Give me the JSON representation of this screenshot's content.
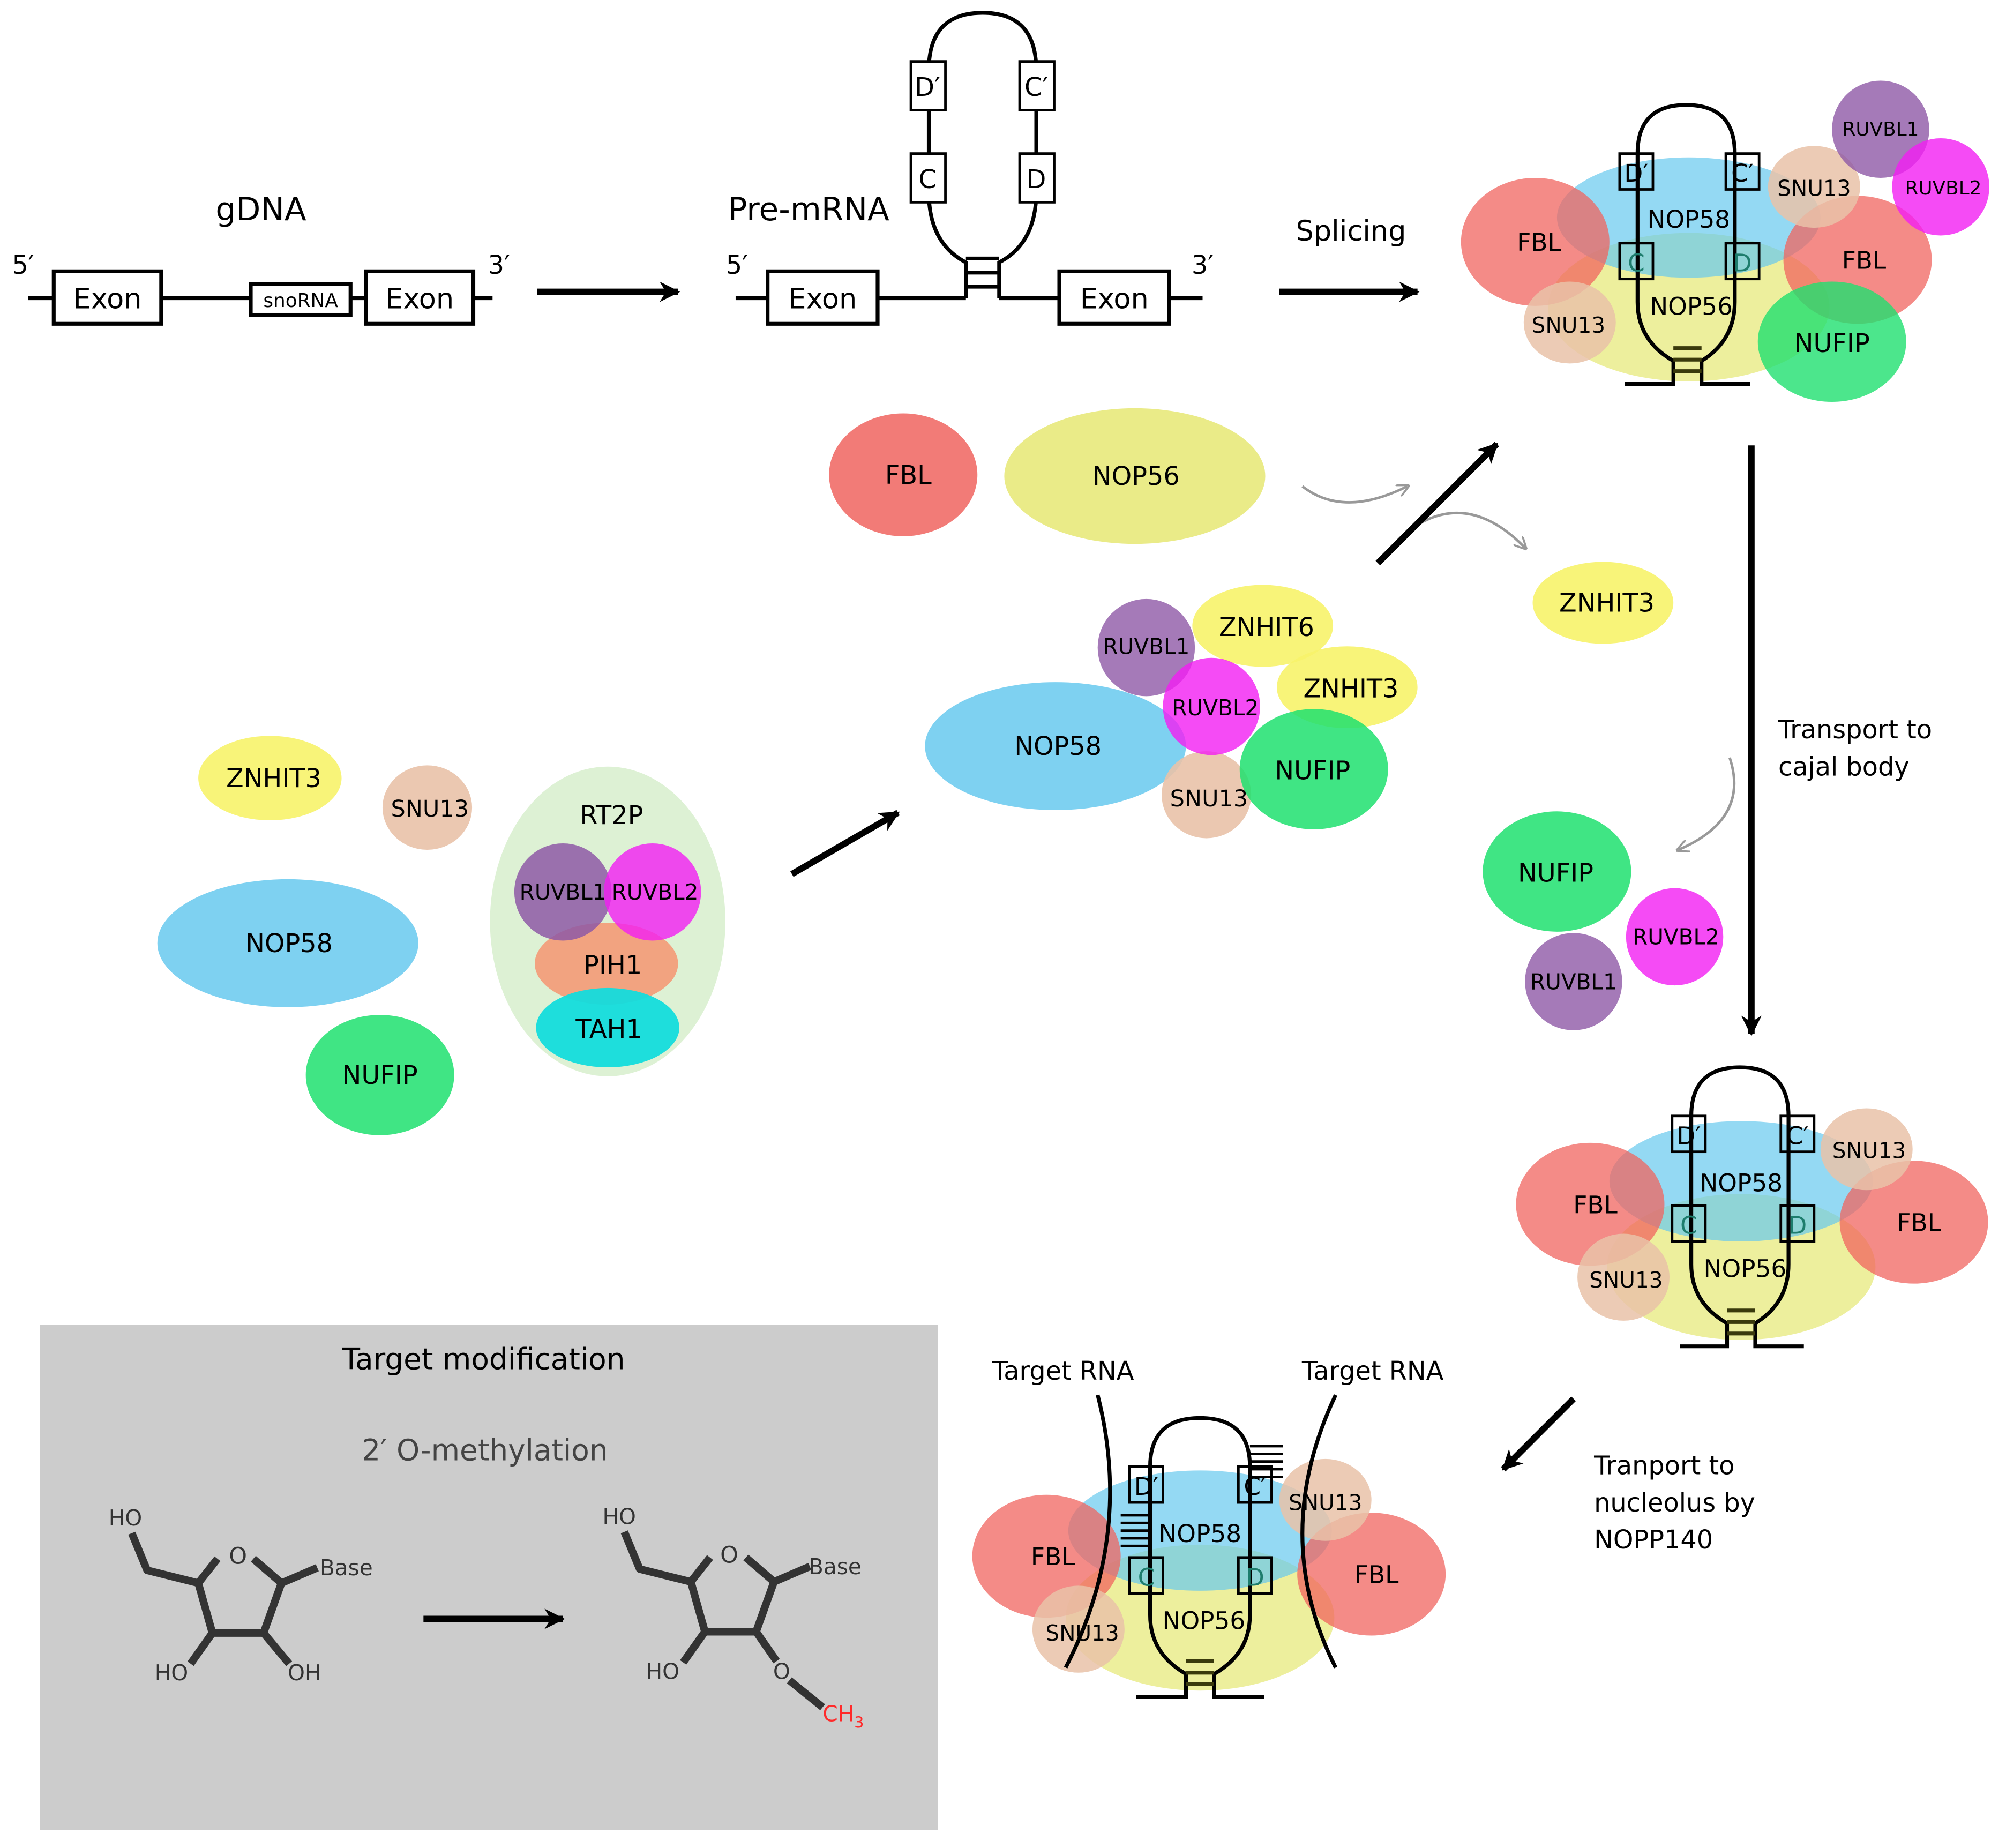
{
  "colors": {
    "fbl": "#f0645f",
    "nop56": "#e6e873",
    "nop58": "#67c9ee",
    "znhit3": "#f7f36a",
    "snu13": "#e9c2a8",
    "nufip": "#1fe06f",
    "ruvbl1": "#8e59a6",
    "ruvbl2": "#f21ef2",
    "pih1": "#f49a77",
    "tah1": "#13dcdc",
    "rt2p": "#c7e8b8",
    "stem": "#3a3a0c",
    "box_bg": "#cccccc",
    "methyl": "#ff2a2a"
  },
  "gene": {
    "title": "gDNA",
    "five_prime": "5′",
    "three_prime": "3′",
    "exon_left": "Exon",
    "snorna": "snoRNA",
    "exon_right": "Exon"
  },
  "premrna": {
    "title": "Pre-mRNA",
    "five_prime": "5′",
    "three_prime": "3′",
    "exon_left": "Exon",
    "exon_right": "Exon",
    "box_dprime": "D′",
    "box_c": "C",
    "box_cprime": "C′",
    "box_d": "D"
  },
  "steps": {
    "splicing": "Splicing",
    "transport_cajal_1": "Transport to",
    "transport_cajal_2": "cajal body",
    "transport_nucleolus_1": "Tranport to",
    "transport_nucleolus_2": "nucleolus by",
    "transport_nucleolus_3": "NOPP140"
  },
  "proteins": {
    "fbl": "FBL",
    "nop56": "NOP56",
    "nop58": "NOP58",
    "znhit3": "ZNHIT3",
    "znhit6": "ZNHIT6",
    "snu13": "SNU13",
    "nufip": "NUFIP",
    "ruvbl1": "RUVBL1",
    "ruvbl2": "RUVBL2",
    "pih1": "PIH1",
    "tah1": "TAH1",
    "rt2p": "RT2P"
  },
  "target": {
    "left_label": "Target RNA",
    "right_label": "Target RNA"
  },
  "modification_box": {
    "title": "Target modification",
    "subtitle": "2′ O-methylation",
    "ho_top": "HO",
    "o_ring": "O",
    "base": "Base",
    "ho_bottom": "HO",
    "oh_bottom": "OH",
    "ho_top_2": "HO",
    "o_ring_2": "O",
    "base_2": "Base",
    "ho_bottom_2": "HO",
    "o_methyl": "O",
    "ch": "CH",
    "ch_sub": "3"
  }
}
